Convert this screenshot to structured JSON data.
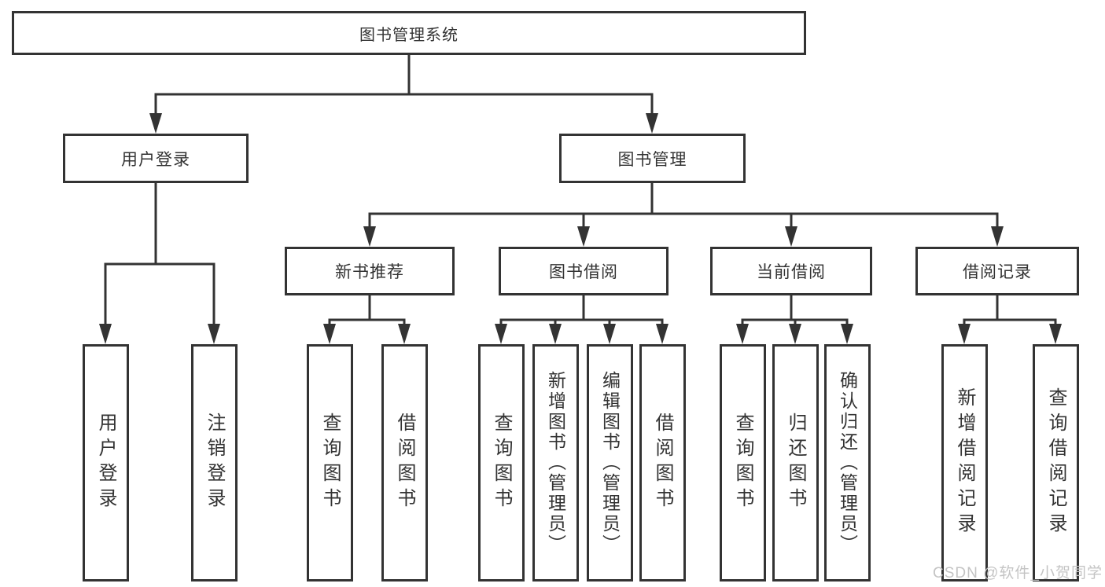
{
  "tree": {
    "label": "图书管理系统",
    "children": [
      {
        "label": "用户登录",
        "children": [
          {
            "label": "用户登录"
          },
          {
            "label": "注销登录"
          }
        ]
      },
      {
        "label": "图书管理",
        "children": [
          {
            "label": "新书推荐",
            "children": [
              {
                "label": "查询图书"
              },
              {
                "label": "借阅图书"
              }
            ]
          },
          {
            "label": "图书借阅",
            "children": [
              {
                "label": "查询图书"
              },
              {
                "label": "新增图书（管理员）"
              },
              {
                "label": "编辑图书（管理员）"
              },
              {
                "label": "借阅图书"
              }
            ]
          },
          {
            "label": "当前借阅",
            "children": [
              {
                "label": "查询图书"
              },
              {
                "label": "归还图书"
              },
              {
                "label": "确认归还（管理员）"
              }
            ]
          },
          {
            "label": "借阅记录",
            "children": [
              {
                "label": "新增借阅记录"
              },
              {
                "label": "查询借阅记录"
              }
            ]
          }
        ]
      }
    ]
  },
  "watermark": "CSDN @软件_小贺同学",
  "colors": {
    "line": "#333333",
    "text": "#333333",
    "box_bg": "#ffffff",
    "watermark": "#c4c4c4"
  }
}
